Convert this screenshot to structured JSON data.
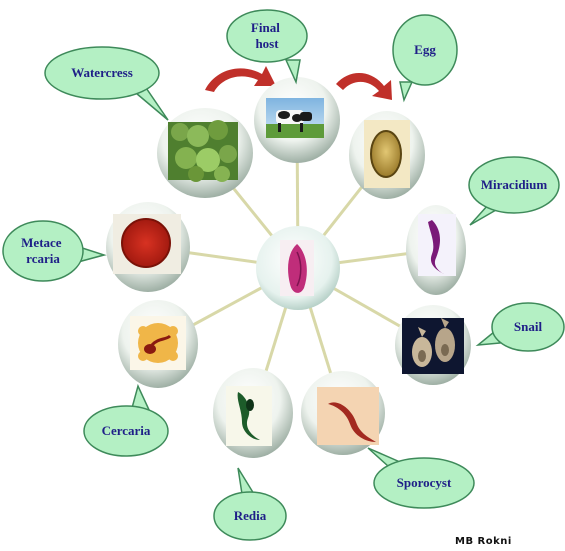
{
  "diagram": {
    "center": "Adult fluke",
    "stages": [
      {
        "key": "final_host",
        "label": "Final\nhost",
        "image": "cow-on-pasture"
      },
      {
        "key": "egg",
        "label": "Egg",
        "image": "operculate-egg"
      },
      {
        "key": "miracidium",
        "label": "Miracidium",
        "image": "miracidium"
      },
      {
        "key": "snail",
        "label": "Snail",
        "image": "snail-shells"
      },
      {
        "key": "sporocyst",
        "label": "Sporocyst",
        "image": "sporocyst"
      },
      {
        "key": "redia",
        "label": "Redia",
        "image": "redia"
      },
      {
        "key": "cercaria",
        "label": "Cercaria",
        "image": "cercaria"
      },
      {
        "key": "metacercaria",
        "label": "Metace\nrcaria",
        "image": "metacercaria"
      },
      {
        "key": "watercress",
        "label": "Watercress",
        "image": "watercress-plant"
      }
    ]
  },
  "credit": "MB Rokni",
  "colors": {
    "bubble_fill": "#b4f0c4",
    "bubble_stroke": "#3e8a5a",
    "label_text": "#1f1f88",
    "spoke": "#d8d8a8",
    "arrow": "#c0302a"
  }
}
